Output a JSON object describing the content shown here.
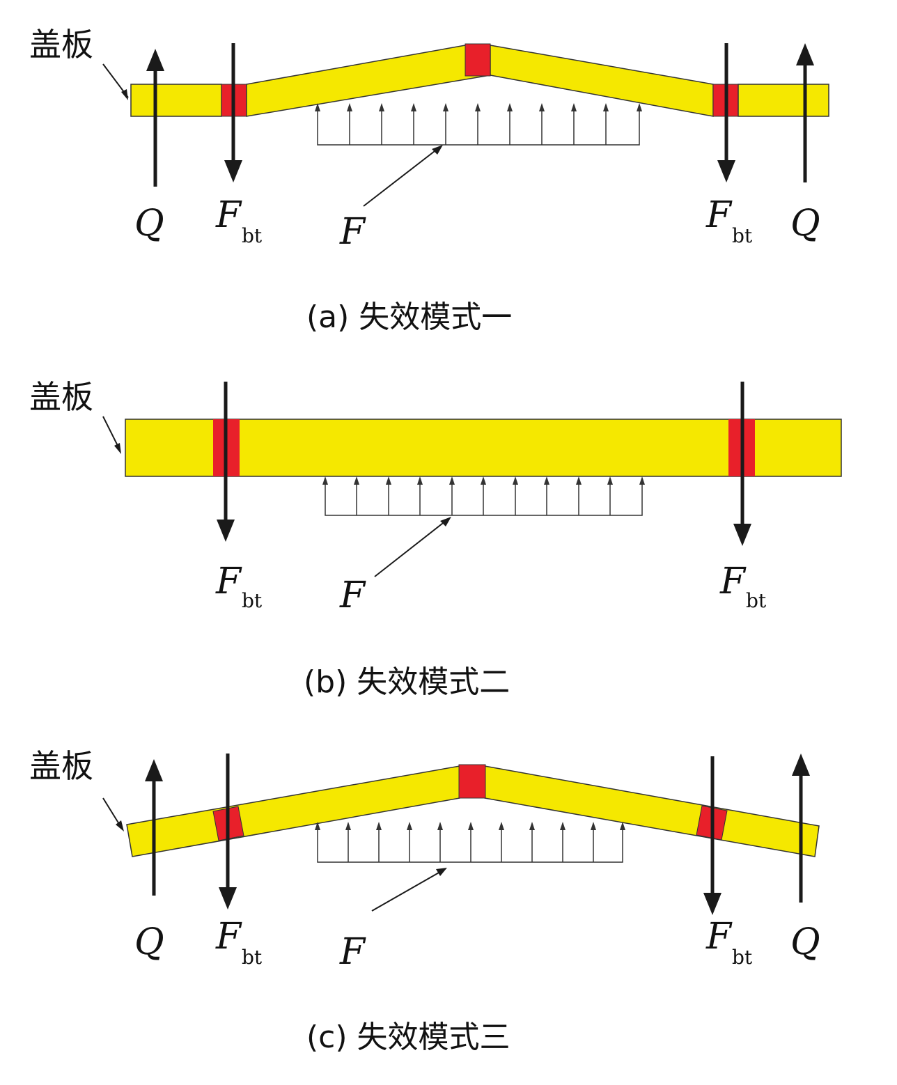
{
  "colors": {
    "plate": "#f5e800",
    "bolt": "#e8202a",
    "outline": "#333333",
    "arrow": "#1a1a1a"
  },
  "labels": {
    "plate": "盖板",
    "q": "Q",
    "f": "F",
    "fbt_main": "F",
    "fbt_sub": "bt"
  },
  "captions": {
    "a": "(a) 失效模式一",
    "b": "(b) 失效模式二",
    "c": "(c) 失效模式三"
  }
}
